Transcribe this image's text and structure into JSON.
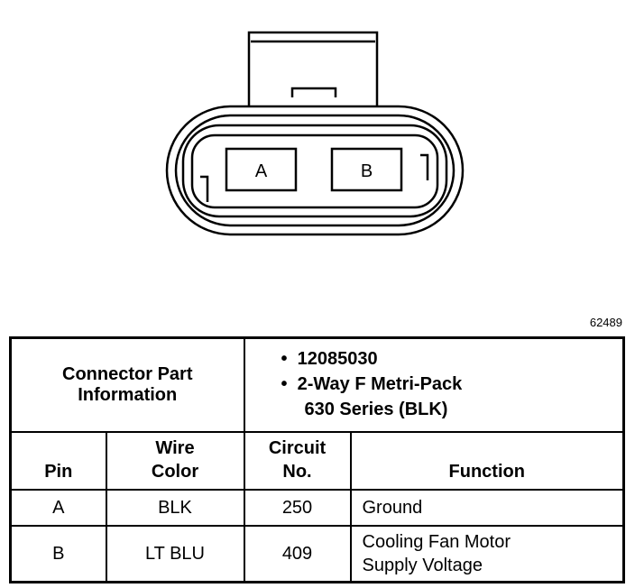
{
  "connector": {
    "pin_labels": [
      "A",
      "B"
    ]
  },
  "figure_id": "62489",
  "part_info": {
    "heading_line1": "Connector Part",
    "heading_line2": "Information",
    "bullet_char": "•",
    "part_number": "12085030",
    "description_line1": "2-Way F Metri-Pack",
    "description_line2": "630 Series (BLK)"
  },
  "columns": {
    "pin": "Pin",
    "wire_line1": "Wire",
    "wire_line2": "Color",
    "circuit_line1": "Circuit",
    "circuit_line2": "No.",
    "function": "Function"
  },
  "rows": [
    {
      "pin": "A",
      "wire_color": "BLK",
      "circuit": "250",
      "function_line1": "Ground",
      "function_line2": ""
    },
    {
      "pin": "B",
      "wire_color": "LT BLU",
      "circuit": "409",
      "function_line1": "Cooling Fan Motor",
      "function_line2": "Supply Voltage"
    }
  ]
}
